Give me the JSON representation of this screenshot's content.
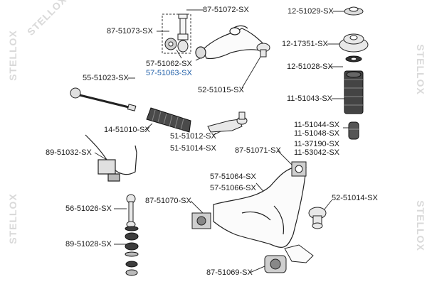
{
  "watermark": "STELLOX",
  "highlight_color": "#1f5ea8",
  "labels": {
    "l87_51072": "87-51072-SX",
    "l87_51073": "87-51073-SX",
    "l57_51062": "57-51062-SX",
    "l57_51063": "57-51063-SX",
    "l52_51015": "52-51015-SX",
    "l55_51023": "55-51023-SX",
    "l14_51010": "14-51010-SX",
    "l51_51012": "51-51012-SX",
    "l51_51014": "51-51014-SX",
    "l89_51032": "89-51032-SX",
    "l87_51071": "87-51071-SX",
    "l57_51064": "57-51064-SX",
    "l57_51066": "57-51066-SX",
    "l56_51026": "56-51026-SX",
    "l87_51070": "87-51070-SX",
    "l89_51028": "89-51028-SX",
    "l87_51069": "87-51069-SX",
    "l12_51029": "12-51029-SX",
    "l12_17351": "12-17351-SX",
    "l12_51028": "12-51028-SX",
    "l11_51043": "11-51043-SX",
    "l11_51044": "11-51044-SX",
    "l11_51048": "11-51048-SX",
    "l11_37190": "11-37190-SX",
    "l11_53042": "11-53042-SX",
    "l52_51014": "52-51014-SX"
  }
}
